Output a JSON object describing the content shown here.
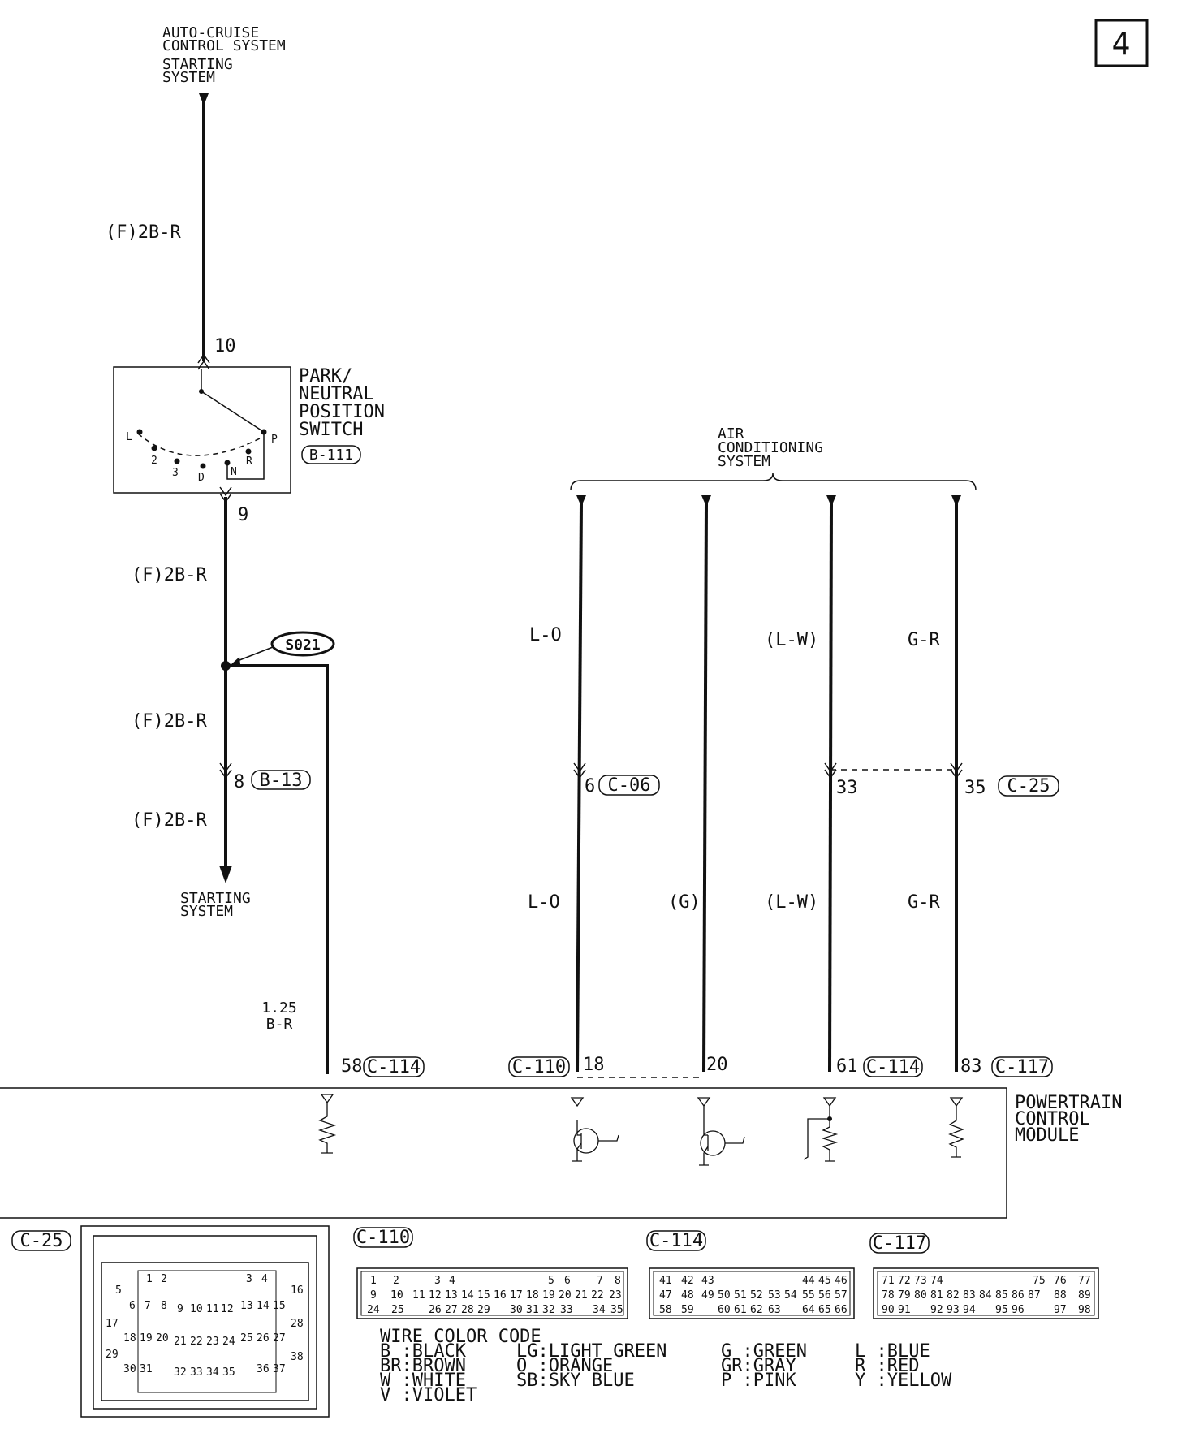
{
  "page_number": "4",
  "top_source": {
    "line1": "AUTO-CRUISE",
    "line2": "CONTROL SYSTEM",
    "line3": "STARTING",
    "line4": "SYSTEM"
  },
  "switch": {
    "title1": "PARK/",
    "title2": "NEUTRAL",
    "title3": "POSITION",
    "title4": "SWITCH",
    "connector": "B-111",
    "pin_top": "10",
    "pin_bottom": "9",
    "positions": {
      "l": "L",
      "p": "P",
      "two": "2",
      "three": "3",
      "d": "D",
      "n": "N",
      "r": "R"
    }
  },
  "left_wires": {
    "w1": "(F)2B-R",
    "w2": "(F)2B-R",
    "w3": "(F)2B-R",
    "w4": "(F)2B-R",
    "splice": "S021",
    "pin8": "8",
    "conn8": "B-13",
    "dest1": "STARTING",
    "dest2": "SYSTEM",
    "branch_size": "1.25",
    "branch_color": "B-R",
    "pin58": "58",
    "conn58": "C-114"
  },
  "ac": {
    "title1": "AIR",
    "title2": "CONDITIONING",
    "title3": "SYSTEM",
    "w1_upper": "L-O",
    "w3_upper": "(L-W)",
    "w4_upper": "G-R",
    "pin6": "6",
    "conn6": "C-06",
    "pin33": "33",
    "pin35": "35",
    "conn35": "C-25",
    "w1_lower": "L-O",
    "w2_lower": "(G)",
    "w3_lower": "(L-W)",
    "w4_lower": "G-R",
    "pin18": "18",
    "conn18": "C-110",
    "pin20": "20",
    "pin61": "61",
    "conn61": "C-114",
    "pin83": "83",
    "conn83": "C-117"
  },
  "pcm": {
    "line1": "POWERTRAIN",
    "line2": "CONTROL",
    "line3": "MODULE"
  },
  "connectors": {
    "c25": "C-25",
    "c110": "C-110",
    "c114": "C-114",
    "c117": "C-117"
  },
  "legend": {
    "title": "WIRE COLOR CODE",
    "b": "B :BLACK",
    "br": "BR:BROWN",
    "w": "W :WHITE",
    "v": "V :VIOLET",
    "lg": "LG:LIGHT GREEN",
    "o": "O :ORANGE",
    "sb": "SB:SKY BLUE",
    "g": "G :GREEN",
    "gr": "GR:GRAY",
    "p": "P :PINK",
    "l": "L :BLUE",
    "r": "R :RED",
    "y": "Y :YELLOW"
  }
}
